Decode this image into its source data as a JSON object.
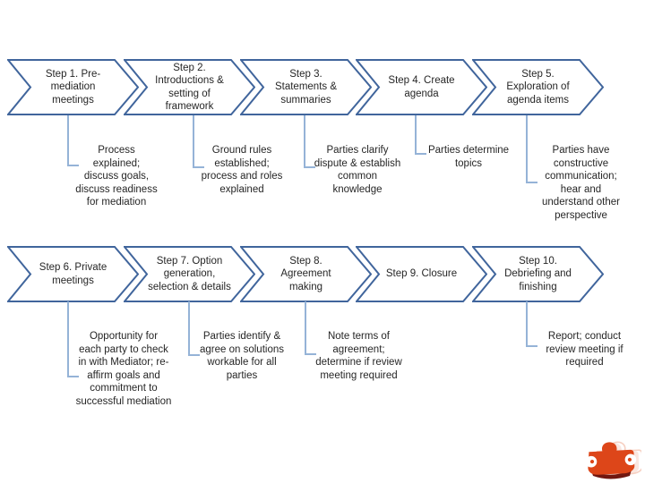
{
  "diagram": {
    "kind": "process-flow",
    "rows": 2,
    "step_count": 10
  },
  "colors": {
    "chevron_border": "#40659C",
    "chevron_fill": "#ffffff",
    "connector": "#95B3D7",
    "text": "#262626",
    "logo_red": "#DD4619",
    "logo_shadow": "#701710",
    "logo_echo": "#EFA98F"
  },
  "steps": [
    {
      "title": "Step 1. Pre-\nmediation\nmeetings",
      "description": "Process\nexplained;\ndiscuss goals,\ndiscuss readiness\nfor mediation"
    },
    {
      "title": "Step 2.\nIntroductions &\nsetting of\nframework",
      "description": "Ground rules\nestablished;\nprocess and roles\nexplained"
    },
    {
      "title": "Step 3.\nStatements &\nsummaries",
      "description": "Parties clarify\ndispute & establish\ncommon\nknowledge"
    },
    {
      "title": "Step 4. Create\nagenda",
      "description": "Parties determine\ntopics"
    },
    {
      "title": "Step 5.\nExploration of\nagenda items",
      "description": "Parties have\nconstructive\ncommunication;\nhear and\nunderstand other\nperspective"
    },
    {
      "title": "Step 6. Private\nmeetings",
      "description": "Opportunity for\neach party to check\nin with Mediator; re-\naffirm goals and\ncommitment to\nsuccessful mediation"
    },
    {
      "title": "Step 7. Option\ngeneration,\nselection & details",
      "description": "Parties identify &\nagree on solutions\nworkable for all\nparties"
    },
    {
      "title": "Step 8.\nAgreement\nmaking",
      "description": "Note terms of\nagreement;\ndetermine if review\nmeeting required"
    },
    {
      "title": "Step 9. Closure",
      "description": ""
    },
    {
      "title": "Step 10.\nDebriefing and\nfinishing",
      "description": "Report; conduct\nreview meeting if\nrequired"
    }
  ],
  "logo": {
    "name": "puzzle-piece-logo"
  }
}
